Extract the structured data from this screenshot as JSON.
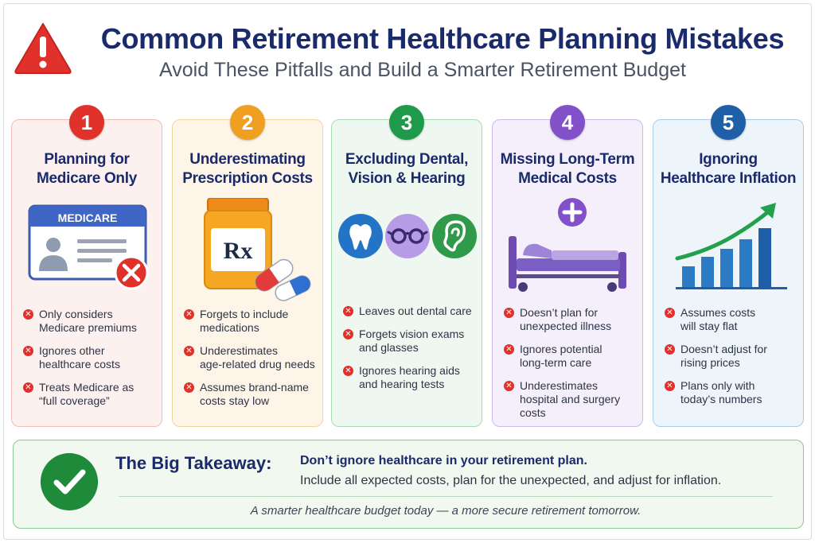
{
  "header": {
    "title": "Common Retirement Healthcare Planning Mistakes",
    "subtitle": "Avoid These Pitfalls and Build a Smarter Retirement Budget",
    "icon": "warning-triangle-icon"
  },
  "colors": {
    "red": "#e0312b",
    "orange": "#f0a020",
    "green": "#1e9a4a",
    "purple": "#8250c8",
    "blue": "#1f5fa8",
    "title_navy": "#1b2a6b"
  },
  "mistakes": [
    {
      "number": "1",
      "title_line1": "Planning for",
      "title_line2": "Medicare Only",
      "icon": "medicare-card-icon",
      "card_label": "MEDICARE",
      "bullets": [
        {
          "l1": "Only considers",
          "l2": "Medicare premiums"
        },
        {
          "l1": "Ignores other",
          "l2": "healthcare costs"
        },
        {
          "l1": "Treats Medicare as",
          "l2": "“full coverage”"
        }
      ]
    },
    {
      "number": "2",
      "title_line1": "Underestimating",
      "title_line2": "Prescription Costs",
      "icon": "pill-bottle-icon",
      "rx_label": "Rx",
      "bullets": [
        {
          "l1": "Forgets to include",
          "l2": "medications"
        },
        {
          "l1": "Underestimates",
          "l2": "age-related drug needs"
        },
        {
          "l1": "Assumes brand-name",
          "l2": "costs stay low"
        }
      ]
    },
    {
      "number": "3",
      "title_line1": "Excluding Dental,",
      "title_line2": "Vision & Hearing",
      "icon": "dental-vision-hearing-icon",
      "bullets": [
        {
          "l1": "Leaves out dental care",
          "l2": ""
        },
        {
          "l1": "Forgets vision exams",
          "l2": "and glasses"
        },
        {
          "l1": "Ignores hearing aids",
          "l2": "and hearing tests"
        }
      ]
    },
    {
      "number": "4",
      "title_line1": "Missing Long-Term",
      "title_line2": "Medical Costs",
      "icon": "hospital-bed-icon",
      "bullets": [
        {
          "l1": "Doesn’t plan for",
          "l2": "unexpected illness"
        },
        {
          "l1": "Ignores potential",
          "l2": "long-term care"
        },
        {
          "l1": "Underestimates",
          "l2": "hospital and surgery costs"
        }
      ]
    },
    {
      "number": "5",
      "title_line1": "Ignoring",
      "title_line2": "Healthcare Inflation",
      "icon": "rising-bar-chart-icon",
      "bullets": [
        {
          "l1": "Assumes costs",
          "l2": "will stay flat"
        },
        {
          "l1": "Doesn’t adjust for",
          "l2": "rising prices"
        },
        {
          "l1": "Plans only with",
          "l2": "today’s numbers"
        }
      ]
    }
  ],
  "takeaway": {
    "label": "The Big Takeaway:",
    "main": "Don’t ignore healthcare in your retirement plan.",
    "sub": "Include all expected costs, plan for the unexpected, and adjust for inflation.",
    "footer": "A smarter healthcare budget today — a more secure retirement tomorrow.",
    "icon": "checkmark-icon"
  }
}
